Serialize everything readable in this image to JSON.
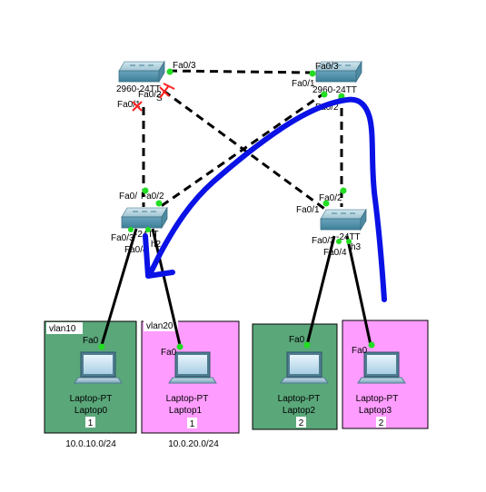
{
  "colors": {
    "vlan10_fill": "#5aa77a",
    "vlan20_fill": "#ff9cff",
    "annotation": "#0a12e6",
    "link_up": "#22dd22",
    "link_down": "#ff2020"
  },
  "switches": {
    "sw_top_left": {
      "model": "2960-24TT",
      "name_fragment": "S"
    },
    "sw_top_right": {
      "model": "2960-24TT",
      "name_fragment": "5"
    },
    "sw_mid_left": {
      "model": "-24TT",
      "name_fragment": "h2"
    },
    "sw_mid_right": {
      "model": "-24TT",
      "name_fragment": "h3"
    }
  },
  "ports": {
    "tl_fa03": "Fa0/3",
    "tl_fa02": "Fa0/2",
    "tl_fa01": "Fa0/1",
    "tr_fa03": "Fa0/3",
    "tr_fa01": "Fa0/1",
    "tr_fa02": "Fa0/2",
    "ml_fa0": "Fa0/",
    "ml_fa02": "Fa0/2",
    "ml_fa03": "Fa0/3",
    "ml_fa04": "Fa0/4",
    "mr_fa02": "Fa0/2",
    "mr_fa01": "Fa0/1",
    "mr_fa03": "Fa0/3",
    "mr_fa04": "Fa0/4"
  },
  "clusters": {
    "vlan10": "vlan10",
    "vlan20": "vlan20"
  },
  "laptops": [
    {
      "port": "Fa0",
      "type": "Laptop-PT",
      "name": "Laptop0",
      "vlan": "1"
    },
    {
      "port": "Fa0",
      "type": "Laptop-PT",
      "name": "Laptop1",
      "vlan": "1"
    },
    {
      "port": "Fa0",
      "type": "Laptop-PT",
      "name": "Laptop2",
      "vlan": "2"
    },
    {
      "port": "Fa0",
      "type": "Laptop-PT",
      "name": "Laptop3",
      "vlan": "2"
    }
  ],
  "networks": {
    "net1": "10.0.10.0/24",
    "net2": "10.0.20.0/24"
  }
}
